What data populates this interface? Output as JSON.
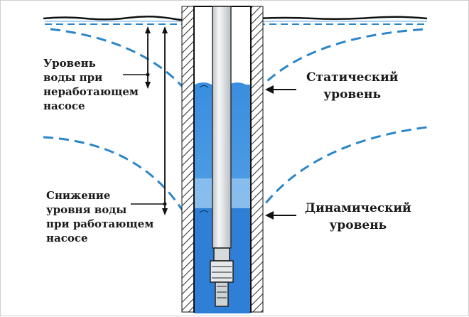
{
  "labels": {
    "static_water_level": [
      "Уровень",
      "воды при",
      "неработающем",
      "насосе"
    ],
    "drawdown": [
      "Снижение",
      "уровня воды",
      "при работающем",
      "насосе"
    ],
    "static_level": [
      "Статический",
      "уровень"
    ],
    "dynamic_level": [
      "Динамический",
      "уровень"
    ]
  },
  "colors": {
    "water": "#2f7fd6",
    "water_light": "#8ec1ee",
    "dash": "#2a86c8",
    "ground": "#111111",
    "pipe": "#e2e4e6"
  }
}
